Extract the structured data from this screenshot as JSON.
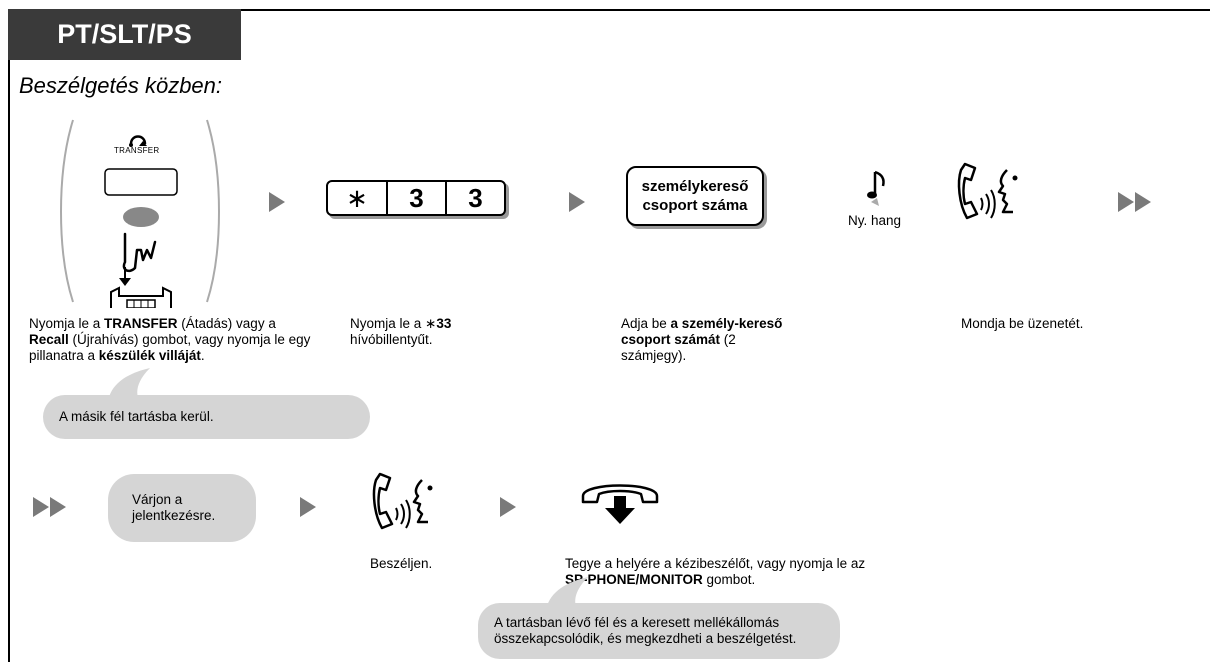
{
  "header": {
    "title": "PT/SLT/PS",
    "subtitle": "Beszélgetés közben:"
  },
  "step1": {
    "button_label": "TRANSFER",
    "desc": {
      "t1": "Nyomja le a ",
      "b1": "TRANSFER",
      "t2": " (Átadás) vagy a ",
      "b2": "Recall",
      "t3": " (Újrahívás) gombot, vagy nyomja le egy pillanatra a ",
      "b3": "készülék villáját",
      "t4": "."
    },
    "bubble": "A másik fél tartásba kerül."
  },
  "step2": {
    "keys": [
      "∗",
      "3",
      "3"
    ],
    "desc": {
      "t1": "Nyomja le a ",
      "star": "∗",
      "b1": "33",
      "t2": " hívóbillentyűt."
    }
  },
  "step3": {
    "box_label": "személykereső csoport száma",
    "desc": {
      "t1": "Adja be ",
      "b1": "a személy-kereső csoport számát",
      "t2": " (2 számjegy)."
    }
  },
  "tone": {
    "label": "Ny. hang"
  },
  "step4": {
    "desc": "Mondja be üzenetét."
  },
  "step5": {
    "bubble": "Várjon a jelentkezésre."
  },
  "step6": {
    "desc": "Beszéljen."
  },
  "step7": {
    "desc": {
      "t1": "Tegye a helyére a kézibeszélőt, vagy nyomja le az ",
      "b1": "SP-PHONE/MONITOR",
      "t2": " gombot."
    },
    "bubble": "A tartásban lévő fél és a keresett mellékállomás összekapcsolódik, és megkezdheti a beszélgetést."
  }
}
